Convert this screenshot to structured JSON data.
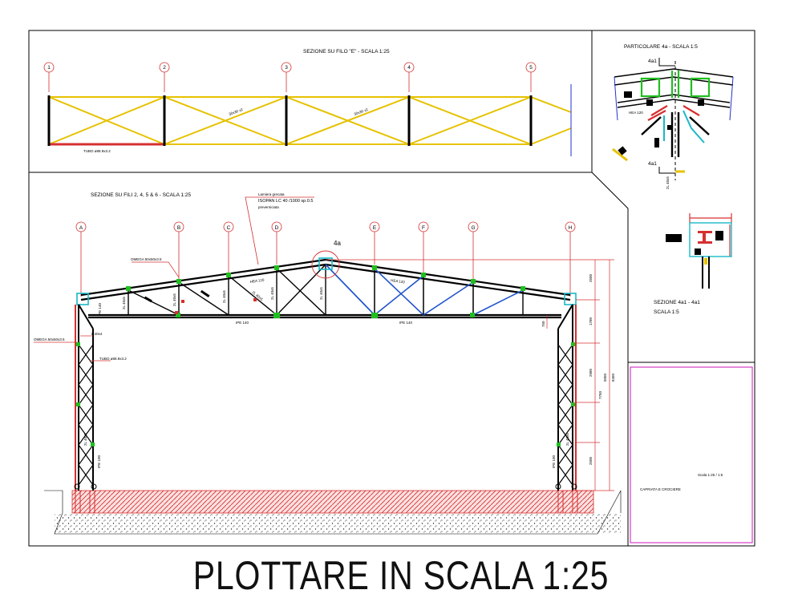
{
  "section_e": {
    "title": "SEZIONE SU FILO \"E\" - SCALA 1:25",
    "axes": [
      "1",
      "2",
      "3",
      "4",
      "5"
    ],
    "brace_label_1": "30x30 x2",
    "brace_label_2": "30x30 x2",
    "beam_label": "TUBO ø88.9x3.2"
  },
  "detail_4a": {
    "title": "PARTICOLARE 4a - SCALA 1:5",
    "cut_top": "4a1",
    "cut_bottom": "4a1",
    "profile_label": "HEA 120",
    "vertical_label": "2L 40x5"
  },
  "section_4a1": {
    "title": "SEZIONE 4a1 - 4a1",
    "scale": "SCALA 1:5"
  },
  "main_section": {
    "title": "SEZIONE SU FILI 2, 4, 5 & 6 - SCALA 1:25",
    "axes": [
      "A",
      "B",
      "C",
      "D",
      "E",
      "F",
      "G",
      "H"
    ],
    "roof_note_1": "Lamiera grecata",
    "roof_note_2": "ISOPAN LC 40 /1000 sp.0.5",
    "roof_note_3": "preverniciata",
    "detail_callout": "4a",
    "top_chord_label": "HEA 120",
    "bottom_chord_left": "IPE 140",
    "bottom_chord_right": "IPE 140",
    "diag_1": "2L 40x5",
    "diag_2": "2L 40x5",
    "diag_3": "2L 40x5",
    "diag_4": "2L 40x5",
    "diag_5": "2L 40x5",
    "diag_6": "2L 40x5",
    "purlin_label": "OMEGA 50x50x3.5",
    "col_head_label": "IPE 140",
    "col_label_1": "OMEGA 50x50x3.5",
    "col_label_2": "L 40x4",
    "col_label_3": "TUBO ø88.9x3.2",
    "col_left_a": "2L 40x5",
    "col_left_b": "IPE 100",
    "col_right_a": "2L 40x5",
    "col_right_b": "IPE 100",
    "dims_right": [
      "2500",
      "1780",
      "2980",
      "5050",
      "8450",
      "7750",
      "2500"
    ],
    "dim_small": "750"
  },
  "title_block": {
    "scale": "Scala 1:25 / 1:5",
    "name": "CAPRIATA E CROCIERE"
  },
  "footer": "PLOTTARE IN SCALA 1:25",
  "colors": {
    "frame": "#000000",
    "yellow_bracing": "#e6c200",
    "red_ground": "#d63030",
    "magenta": "#d43cc8",
    "green_node": "#1fbf1f",
    "cyan_plate": "#19b8c8"
  }
}
